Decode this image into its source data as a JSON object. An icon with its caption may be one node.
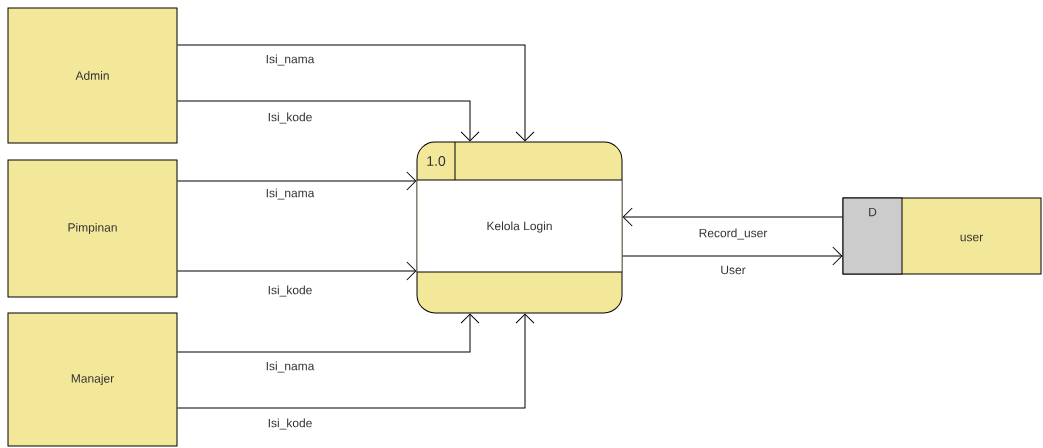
{
  "diagram": {
    "nodes": [
      {
        "text": [
          "Admin"
        ]
      },
      {
        "text": [
          "Pimpinan"
        ]
      },
      {
        "text": [
          "Manajer"
        ]
      },
      {
        "text": [
          "1.0",
          "Kelola Login"
        ]
      },
      {
        "text": [
          "D",
          "user"
        ]
      }
    ],
    "edges": [
      {
        "from": 0,
        "to": 3,
        "arrow": "to",
        "label": "Isi_nama"
      },
      {
        "from": 0,
        "to": 3,
        "arrow": "to",
        "label": "Isi_kode"
      },
      {
        "from": 1,
        "to": 3,
        "arrow": "to",
        "label": "Isi_nama"
      },
      {
        "from": 1,
        "to": 3,
        "arrow": "to",
        "label": "Isi_kode"
      },
      {
        "from": 2,
        "to": 3,
        "arrow": "to",
        "label": "Isi_nama"
      },
      {
        "from": 2,
        "to": 3,
        "arrow": "to",
        "label": "Isi_kode"
      },
      {
        "from": 4,
        "to": 3,
        "arrow": "to",
        "label": "Record_user"
      },
      {
        "from": 3,
        "to": 4,
        "arrow": "to",
        "label": "User"
      }
    ]
  }
}
